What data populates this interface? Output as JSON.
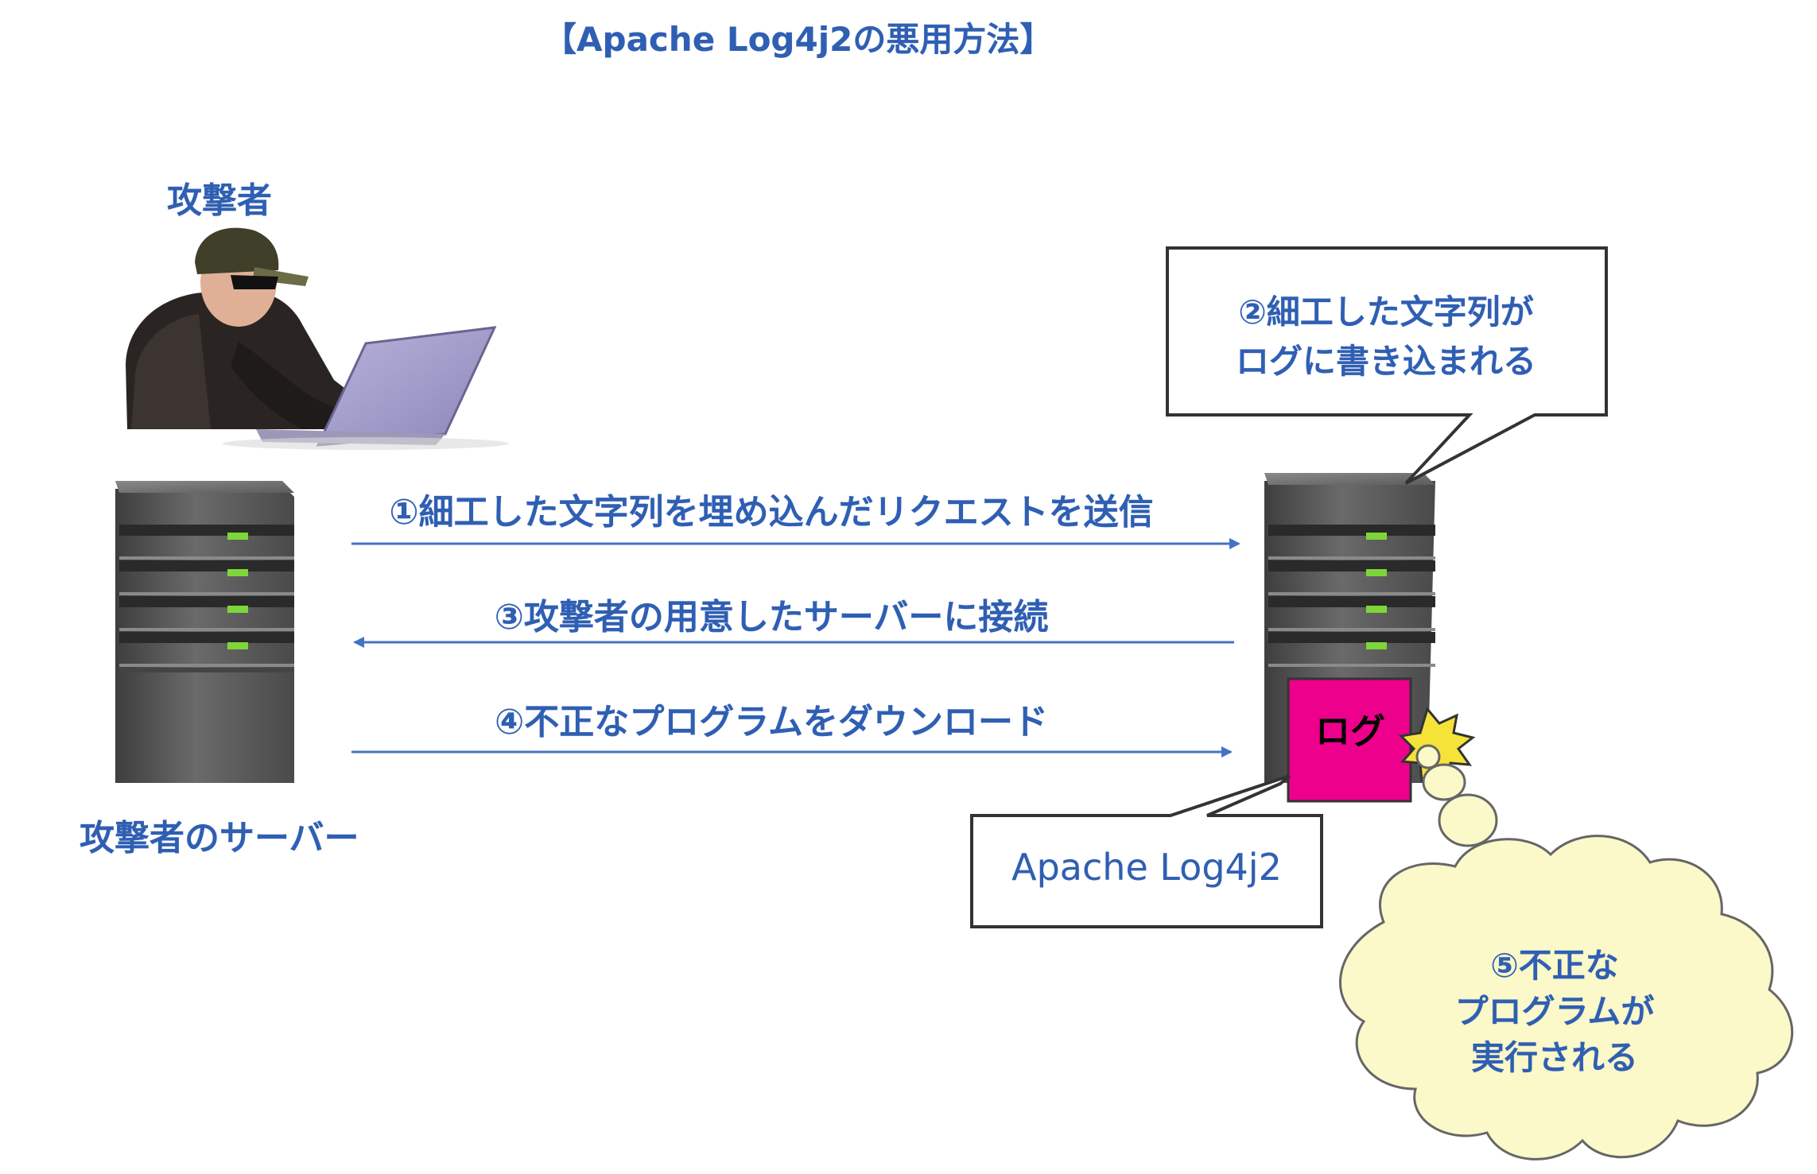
{
  "title": "【Apache Log4j2の悪用方法】",
  "attacker": {
    "label": "攻撃者"
  },
  "attacker_server": {
    "label": "攻撃者のサーバー"
  },
  "steps": {
    "step1": "①細工した文字列を埋め込んだリクエストを送信",
    "step3": "③攻撃者の用意したサーバーに接続",
    "step4": "④不正なプログラムをダウンロード"
  },
  "callout_step2": {
    "line1": "②細工した文字列が",
    "line2": "ログに書き込まれる"
  },
  "log_box": {
    "label": "ログ",
    "color": "#ec008c"
  },
  "log4j_callout": {
    "label": "Apache Log4j2"
  },
  "cloud_step5": {
    "line1": "⑤不正な",
    "line2": "プログラムが",
    "line3": "実行される"
  },
  "colors": {
    "text_blue": "#2f5fb3",
    "arrow": "#4472c4",
    "cloud_fill": "#fbf8c9",
    "burst": "#f6e33a"
  }
}
